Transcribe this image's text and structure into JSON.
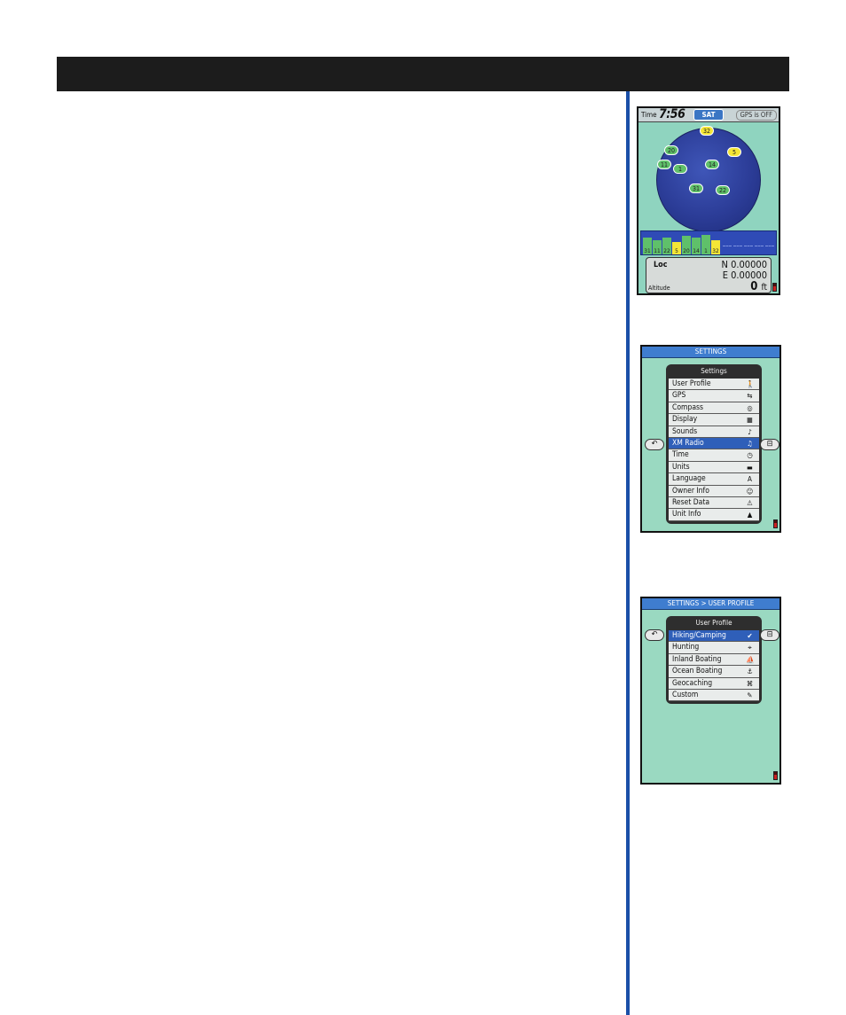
{
  "satellite_screen": {
    "time_label": "Time",
    "time_value": "7:56",
    "tab_label": "SAT",
    "gps_status": "GPS is OFF",
    "satellites": [
      {
        "id": "32",
        "color": "yellow"
      },
      {
        "id": "20",
        "color": "green"
      },
      {
        "id": "5",
        "color": "yellow"
      },
      {
        "id": "11",
        "color": "green"
      },
      {
        "id": "1",
        "color": "green"
      },
      {
        "id": "14",
        "color": "green"
      },
      {
        "id": "31",
        "color": "green"
      },
      {
        "id": "22",
        "color": "green"
      }
    ],
    "signal_bars": [
      {
        "id": "31",
        "level": 0.75,
        "color": "green"
      },
      {
        "id": "11",
        "level": 0.6,
        "color": "green"
      },
      {
        "id": "22",
        "level": 0.75,
        "color": "green"
      },
      {
        "id": "5",
        "level": 0.55,
        "color": "yellow"
      },
      {
        "id": "20",
        "level": 0.8,
        "color": "green"
      },
      {
        "id": "14",
        "level": 0.75,
        "color": "green"
      },
      {
        "id": "1",
        "level": 0.85,
        "color": "green"
      },
      {
        "id": "32",
        "level": 0.6,
        "color": "yellow"
      }
    ],
    "loc_label": "Loc",
    "lat": "N 0.00000",
    "lon": "E 0.00000",
    "altitude_label": "Altitude",
    "altitude_value": "0",
    "altitude_unit": "ft"
  },
  "settings_screen": {
    "title": "SETTINGS",
    "menu_header": "Settings",
    "items": [
      {
        "label": "User Profile",
        "icon": "hiker-icon",
        "glyph": "🚶",
        "selected": false
      },
      {
        "label": "GPS",
        "icon": "satellite-icon",
        "glyph": "⇆",
        "selected": false
      },
      {
        "label": "Compass",
        "icon": "compass-icon",
        "glyph": "◎",
        "selected": false
      },
      {
        "label": "Display",
        "icon": "display-icon",
        "glyph": "▦",
        "selected": false
      },
      {
        "label": "Sounds",
        "icon": "speaker-icon",
        "glyph": "♪",
        "selected": false
      },
      {
        "label": "XM Radio",
        "icon": "music-note-icon",
        "glyph": "♫",
        "selected": true
      },
      {
        "label": "Time",
        "icon": "clock-icon",
        "glyph": "◷",
        "selected": false
      },
      {
        "label": "Units",
        "icon": "ruler-icon",
        "glyph": "▬",
        "selected": false
      },
      {
        "label": "Language",
        "icon": "language-icon",
        "glyph": "A",
        "selected": false
      },
      {
        "label": "Owner Info",
        "icon": "person-icon",
        "glyph": "☺",
        "selected": false
      },
      {
        "label": "Reset Data",
        "icon": "warning-icon",
        "glyph": "⚠",
        "selected": false
      },
      {
        "label": "Unit Info",
        "icon": "info-triangle-icon",
        "glyph": "▲",
        "selected": false
      }
    ],
    "back_glyph": "↶",
    "forward_glyph": "⊟"
  },
  "user_profile_screen": {
    "title": "SETTINGS > USER PROFILE",
    "menu_header": "User Profile",
    "items": [
      {
        "label": "Hiking/Camping",
        "icon": "checkmark-icon",
        "glyph": "✔",
        "selected": true
      },
      {
        "label": "Hunting",
        "icon": "hunting-icon",
        "glyph": "⌖",
        "selected": false
      },
      {
        "label": "Inland Boating",
        "icon": "boat-icon",
        "glyph": "⛵",
        "selected": false
      },
      {
        "label": "Ocean Boating",
        "icon": "ship-icon",
        "glyph": "⚓",
        "selected": false
      },
      {
        "label": "Geocaching",
        "icon": "geocache-icon",
        "glyph": "⌘",
        "selected": false
      },
      {
        "label": "Custom",
        "icon": "custom-profile-icon",
        "glyph": "✎",
        "selected": false
      }
    ],
    "back_glyph": "↶",
    "forward_glyph": "⊟"
  }
}
